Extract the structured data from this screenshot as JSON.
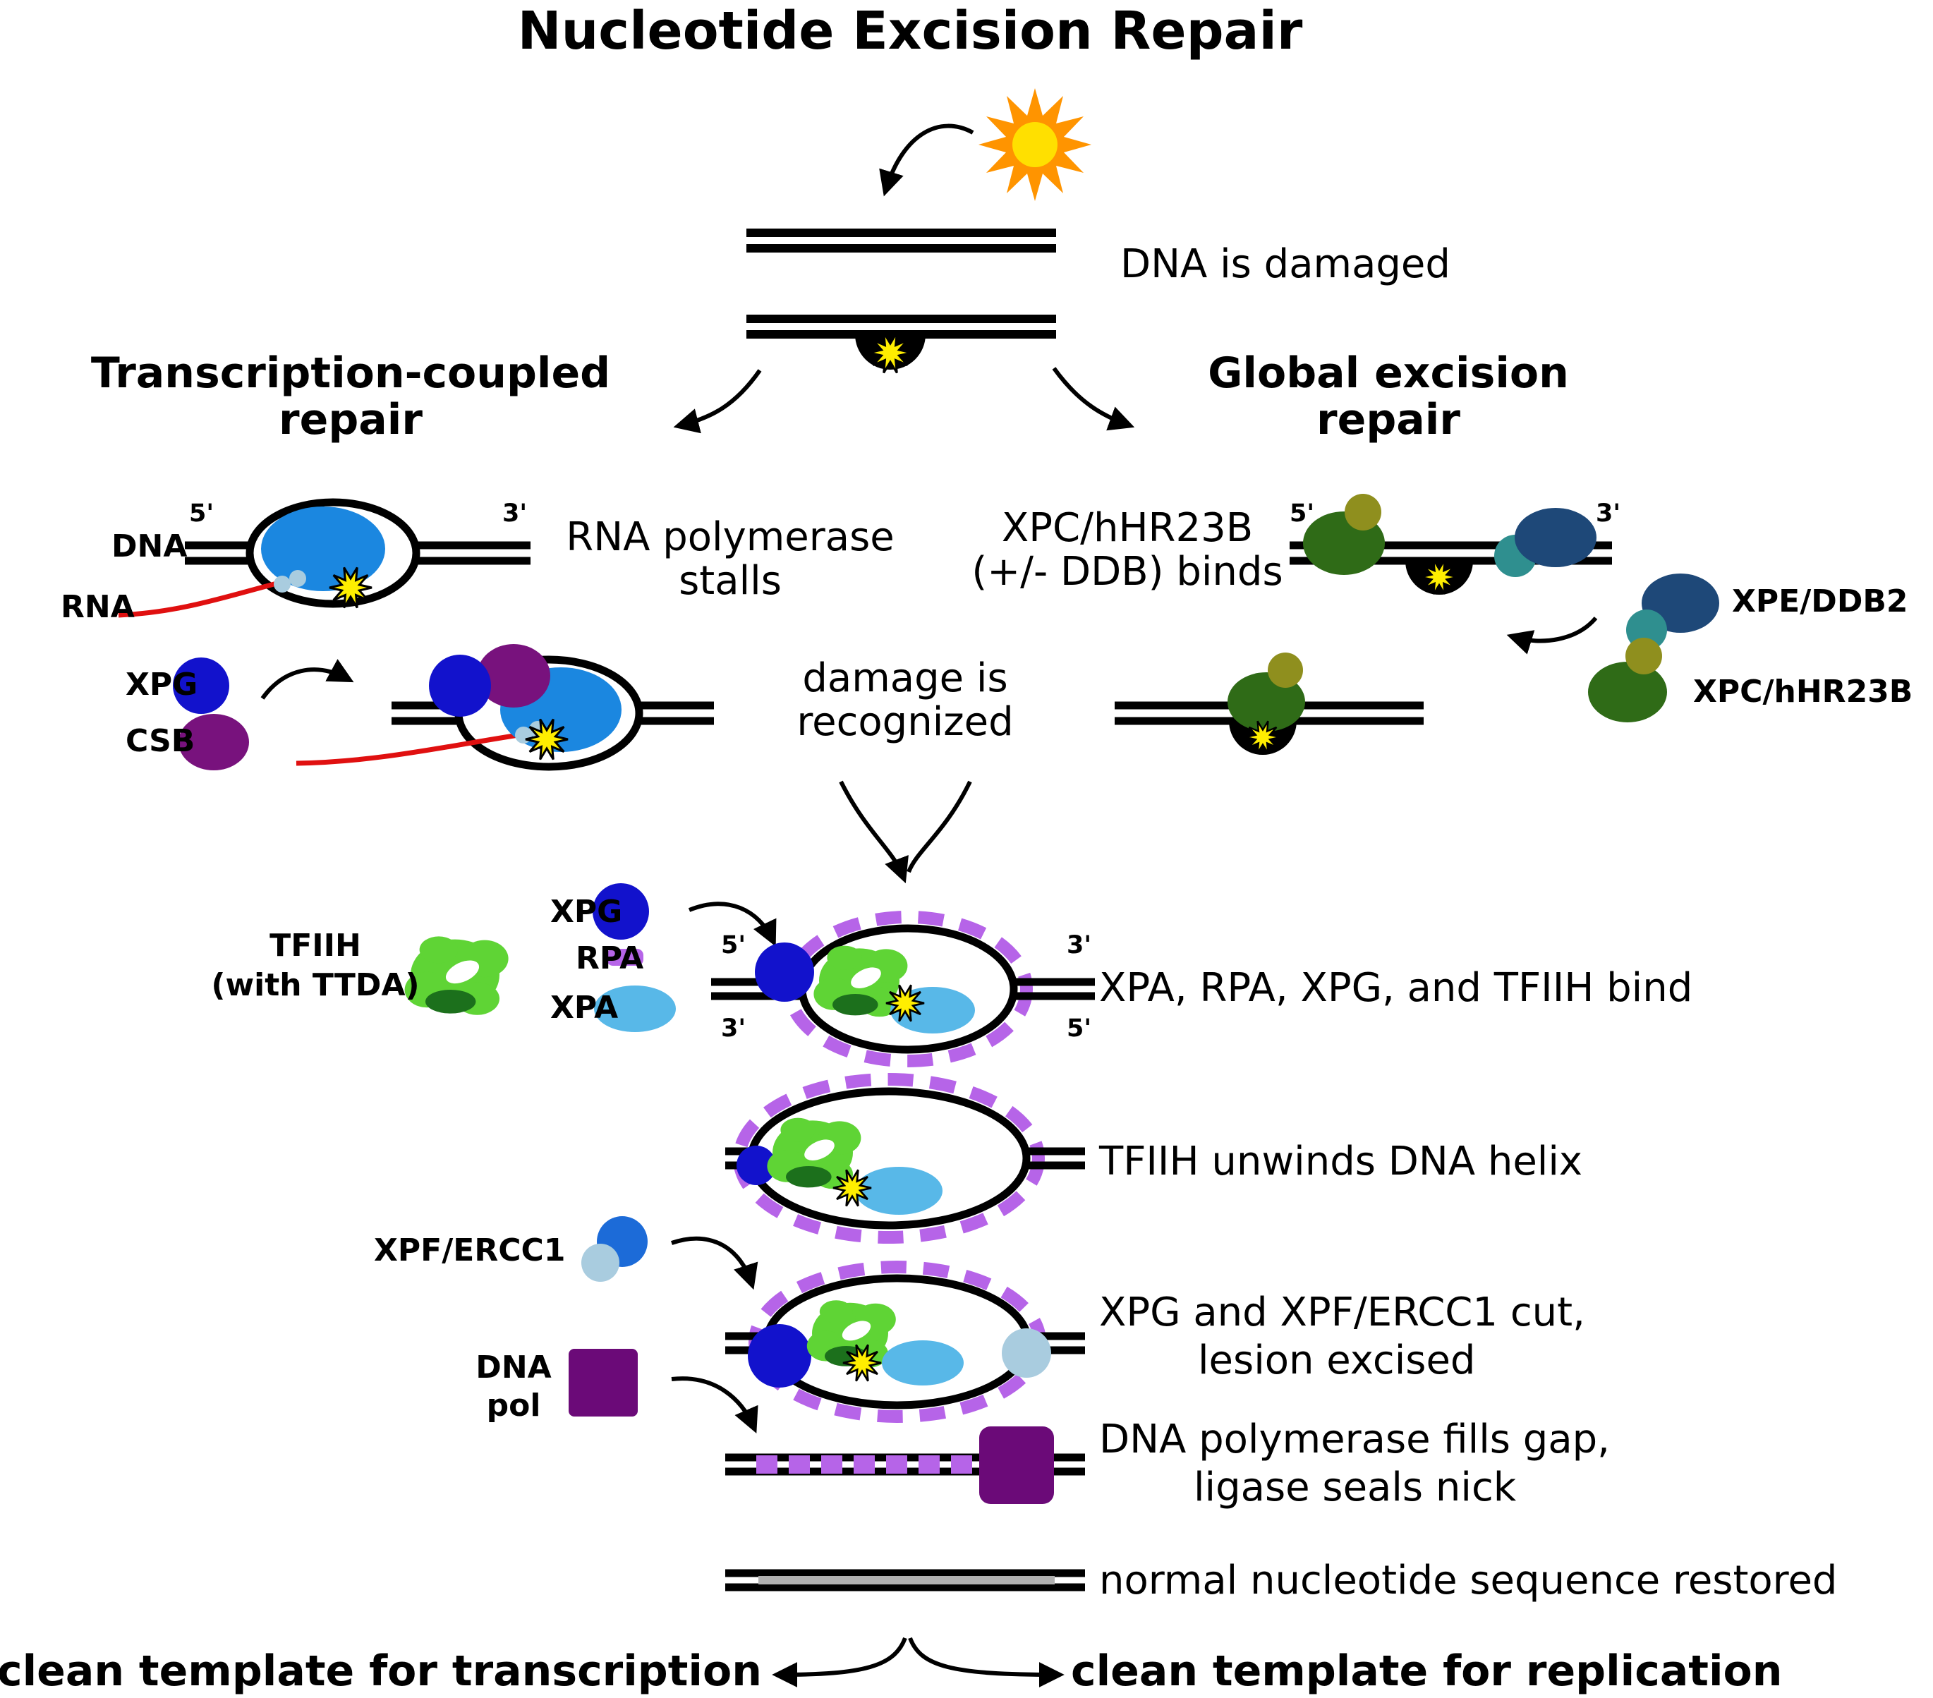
{
  "title": "Nucleotide Excision Repair",
  "colors": {
    "sun_orange": "#FF9400",
    "burst_yellow": "#FFEE00",
    "rna_red": "#E01010",
    "polymerase_blue": "#1B87E0",
    "xpg_blue": "#1212CC",
    "csb_purple": "#78127D",
    "xpc_green": "#2F6B17",
    "xpc_olive": "#8F8F1E",
    "xpe_navy": "#1E4878",
    "xpe_teal": "#2F8F8F",
    "tfiih_green": "#5FD435",
    "tfiih_dark_green": "#1C701C",
    "rpa_violet": "#B664E8",
    "xpa_lightblue": "#58B8E8",
    "xpf_blue": "#1C6BD8",
    "ercc1_pale": "#A9CCDF",
    "dna_pol_purple": "#6B0A78",
    "restored_gray": "#B0B0B0"
  },
  "damage": {
    "caption": "DNA is damaged"
  },
  "branch_left": {
    "heading_line1": "Transcription-coupled",
    "heading_line2": "repair"
  },
  "branch_right": {
    "heading_line1": "Global excision",
    "heading_line2": "repair"
  },
  "tcr": {
    "five_prime": "5'",
    "three_prime": "3'",
    "dna": "DNA",
    "rna": "RNA",
    "caption_line1": "RNA polymerase",
    "caption_line2": "stalls",
    "xpg": "XPG",
    "csb": "CSB"
  },
  "ger": {
    "caption_line1": "XPC/hHR23B",
    "caption_line2": "(+/- DDB) binds",
    "five_prime": "5'",
    "three_prime": "3'",
    "xpe": "XPE/DDB2",
    "xpc": "XPC/hHR23B"
  },
  "recognized": {
    "line1": "damage is",
    "line2": "recognized"
  },
  "bind": {
    "tfiih_line1": "TFIIH",
    "tfiih_line2": "(with TTDA)",
    "xpg": "XPG",
    "rpa": "RPA",
    "xpa": "XPA",
    "five_prime_tl": "5'",
    "three_prime_tr": "3'",
    "three_prime_bl": "3'",
    "five_prime_br": "5'",
    "caption": "XPA, RPA, XPG, and TFIIH bind"
  },
  "unwind": {
    "caption": "TFIIH unwinds DNA helix"
  },
  "cut": {
    "xpf": "XPF/ERCC1",
    "caption_line1": "XPG and XPF/ERCC1 cut,",
    "caption_line2": "lesion excised"
  },
  "fill": {
    "pol_line1": "DNA",
    "pol_line2": "pol",
    "caption_line1": "DNA polymerase fills gap,",
    "caption_line2": "ligase seals nick"
  },
  "restored": {
    "caption": "normal nucleotide sequence restored"
  },
  "footer": {
    "left": "clean template for transcription",
    "right": "clean template for replication"
  }
}
